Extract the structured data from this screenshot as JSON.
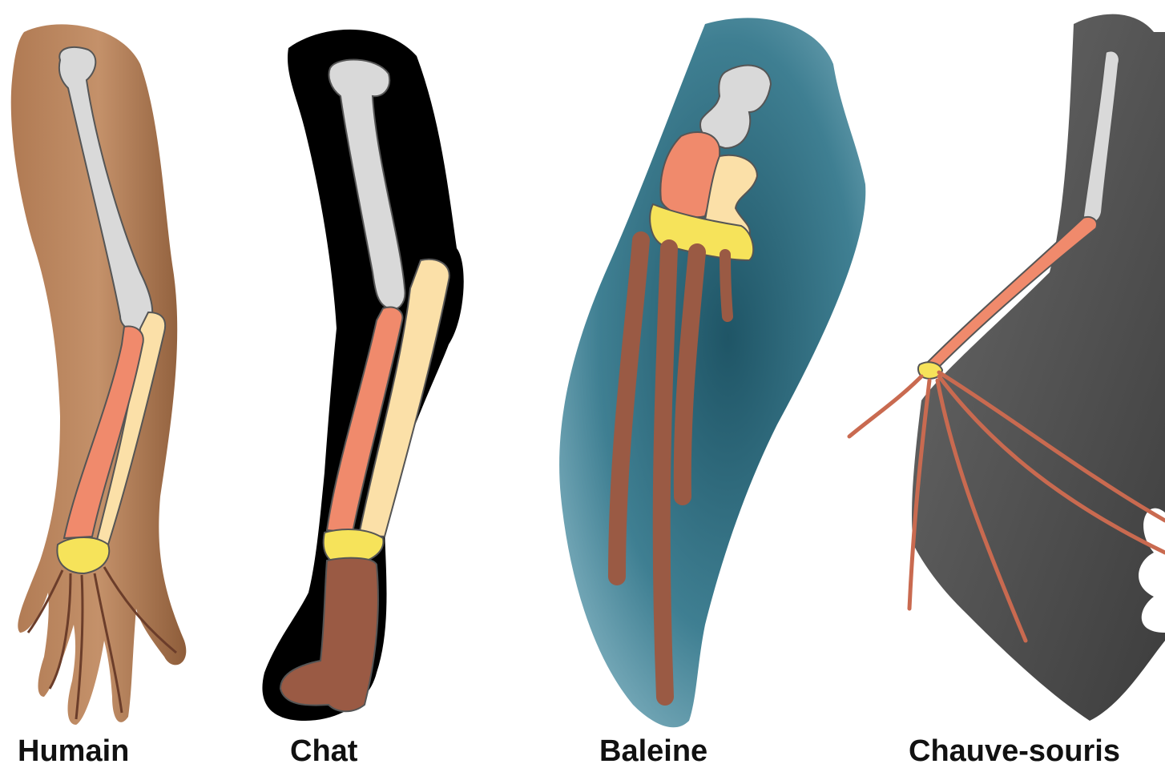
{
  "labels": {
    "human": "Humain",
    "cat": "Chat",
    "whale": "Baleine",
    "bat": "Chauve-souris"
  },
  "colors": {
    "humerus": "#d9d9d9",
    "radius": "#f08a6c",
    "ulna": "#fbe0a8",
    "carpals": "#f6e35a",
    "phalanges": "#9a5a44",
    "human_skin": "#a8744f",
    "cat_fur": "#000000",
    "whale_skin": "#3f7f92",
    "bat_membrane": "#555555"
  }
}
